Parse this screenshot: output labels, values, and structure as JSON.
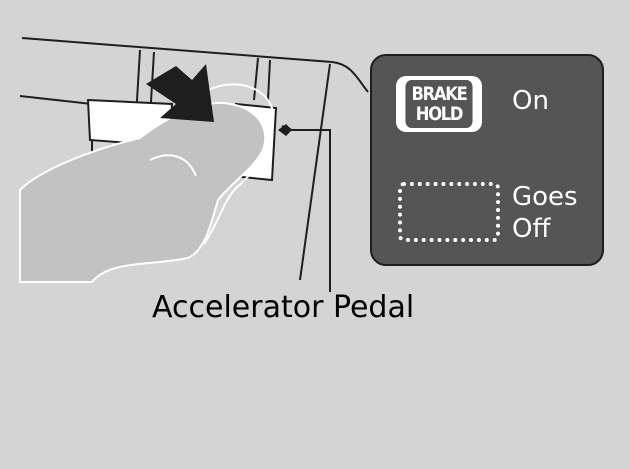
{
  "indicator_panel": {
    "on_indicator": {
      "line1": "BRAKE",
      "line2": "HOLD",
      "state_label": "On"
    },
    "off_indicator": {
      "state_label_line1": "Goes",
      "state_label_line2": "Off"
    }
  },
  "callout": {
    "label": "Accelerator Pedal"
  },
  "colors": {
    "background": "#d4d4d4",
    "panel": "#555555",
    "panel_text": "#ffffff",
    "line_art": "#1e1e1e"
  },
  "icons": [
    "press-arrow-icon",
    "brake-hold-indicator-icon",
    "indicator-off-outline-icon"
  ]
}
